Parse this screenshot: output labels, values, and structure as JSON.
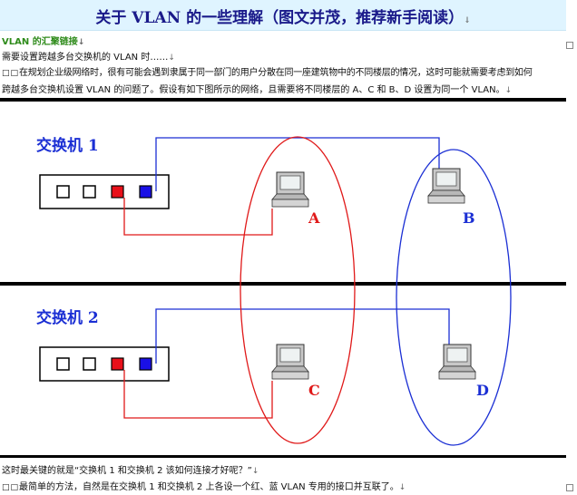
{
  "title": "关于 VLAN 的一些理解（图文并茂，推荐新手阅读）",
  "section_heading": "VLAN 的汇聚链接",
  "paragraphs": {
    "p1": "需要设置跨越多台交换机的 VLAN 时……",
    "p2_a": "在规划企业级网络时，很有可能会遇到隶属于同一部门的用户分散在同一座建筑物中的不同楼层的情况，这时可能就需要考虑到如何",
    "p2_b": "跨越多台交换机设置 VLAN 的问题了。假设有如下图所示的网络，且需要将不同楼层的 A、C 和 B、D 设置为同一个 VLAN。",
    "p3": "这时最关键的就是“交换机 1 和交换机 2 该如何连接才好呢？”",
    "p4": "最简单的方法，自然是在交换机 1 和交换机 2 上各设一个红、蓝 VLAN 专用的接口并互联了。"
  },
  "marks": {
    "return": "↓",
    "box": "□□"
  },
  "diagram": {
    "switch1_label": "交换机 1",
    "switch2_label": "交换机 2",
    "pc_labels": {
      "a": "A",
      "b": "B",
      "c": "C",
      "d": "D"
    },
    "colors": {
      "red_vlan": "#e01919",
      "blue_vlan": "#1b2fd4",
      "red_port": "#e8101a",
      "blue_port": "#1a10e6",
      "divider": "#000000",
      "switch_border": "#000000"
    }
  }
}
